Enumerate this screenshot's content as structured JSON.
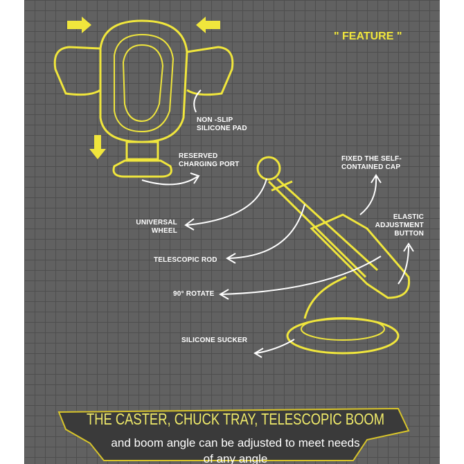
{
  "heading": "\" FEATURE \"",
  "labels": {
    "non_slip_1": "NON -SLIP",
    "non_slip_2": "SILICONE PAD",
    "charging_1": "RESERVED",
    "charging_2": "CHARGING PORT",
    "cap_1": "FIXED THE SELF-",
    "cap_2": "CONTAINED CAP",
    "wheel_1": "UNIVERSAL",
    "wheel_2": "WHEEL",
    "elastic_1": "ELASTIC",
    "elastic_2": "ADJUSTMENT",
    "elastic_3": "BUTTON",
    "rod": "TELESCOPIC ROD",
    "rotate": "90° ROTATE",
    "sucker": "SILICONE SUCKER"
  },
  "banner": {
    "title": "THE CASTER, CHUCK TRAY, TELESCOPIC BOOM",
    "line1": "and boom angle can be adjusted to meet needs",
    "line2": "of any angle"
  },
  "colors": {
    "accent": "#f0e63c",
    "board": "#616161"
  }
}
